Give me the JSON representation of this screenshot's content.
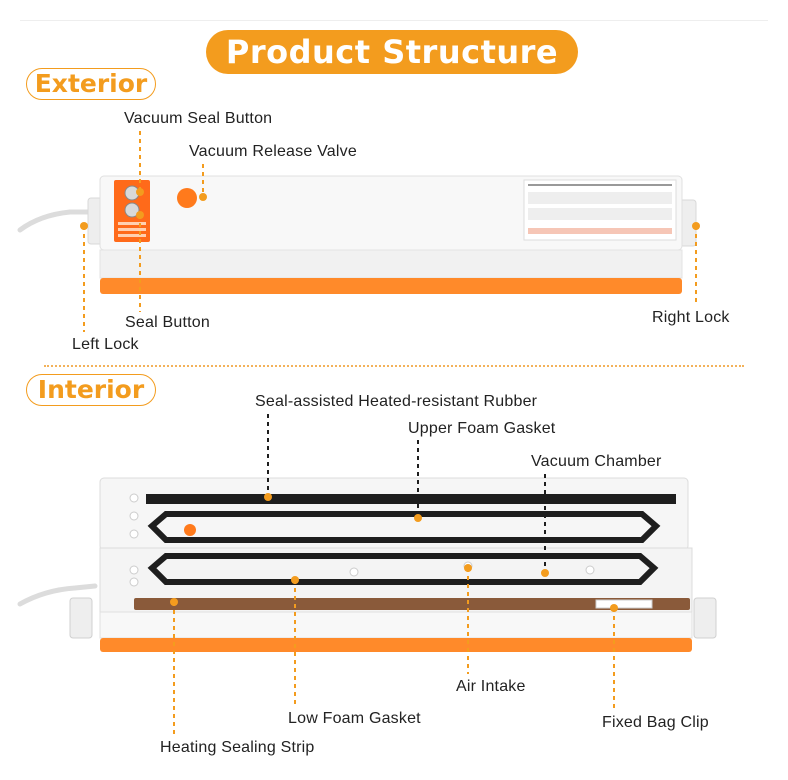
{
  "title": "Product Structure",
  "sections": {
    "exterior": "Exterior",
    "interior": "Interior"
  },
  "exterior_labels": {
    "vacuum_seal_button": "Vacuum Seal Button",
    "vacuum_release_valve": "Vacuum Release Valve",
    "seal_button": "Seal Button",
    "left_lock": "Left Lock",
    "right_lock": "Right Lock"
  },
  "interior_labels": {
    "seal_rubber": "Seal-assisted Heated-resistant Rubber",
    "upper_foam_gasket": "Upper Foam Gasket",
    "vacuum_chamber": "Vacuum Chamber",
    "air_intake": "Air Intake",
    "low_foam_gasket": "Low Foam Gasket",
    "fixed_bag_clip": "Fixed Bag Clip",
    "heating_sealing_strip": "Heating Sealing Strip"
  },
  "colors": {
    "accent": "#f39c1e",
    "device_body": "#f7f7f7",
    "device_base": "#ff8a2a",
    "gasket": "#1e1e1e",
    "heating_strip": "#8a5a3a"
  }
}
